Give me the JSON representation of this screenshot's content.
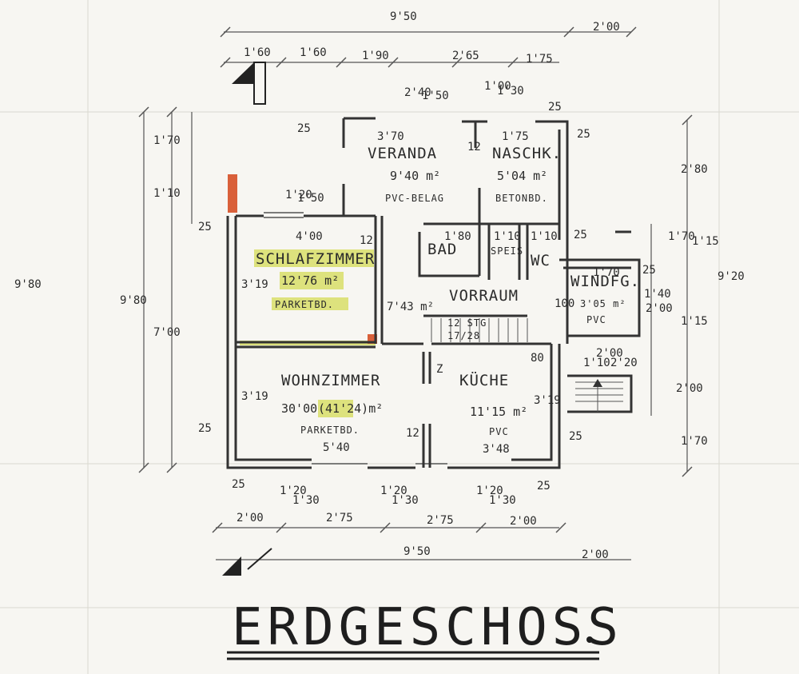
{
  "title": "ERDGESCHOSS",
  "rooms": {
    "veranda": {
      "name": "VERANDA",
      "size": "3'70",
      "area": "9'40 m²",
      "floor": "PVC-BELAG"
    },
    "naschk": {
      "name": "NASCHK.",
      "size": "1'75",
      "area": "5'04 m²",
      "floor": "BETONBD."
    },
    "schlafzimmer": {
      "name": "SCHLAFZIMMER",
      "area": "12'76 m²",
      "floor": "PARKETBD.",
      "width": "4'00",
      "depth": "3'19"
    },
    "bad": {
      "name": "BAD",
      "size": "1'80"
    },
    "speis": {
      "name": "SPEIS",
      "size": "1'10"
    },
    "wc": {
      "name": "WC",
      "size": "1'10"
    },
    "windfang": {
      "name": "WINDFG.",
      "size": "1'70",
      "area": "3'05 m²",
      "floor": "PVC"
    },
    "vorraum": {
      "name": "VORRAUM",
      "area": "7'43 m²"
    },
    "stair": {
      "label": "12 STG",
      "steps": "17/28"
    },
    "wohnzimmer": {
      "name": "WOHNZIMMER",
      "area": "30'00",
      "area_marked": "(41'24)m²",
      "floor": "PARKETBD.",
      "width": "5'40",
      "depth": "3'19"
    },
    "kueche": {
      "name": "KÜCHE",
      "area": "11'15 m²",
      "floor": "PVC",
      "width": "3'48",
      "depth": "3'19"
    }
  },
  "dims": {
    "top_total": "9'50",
    "top_right": "2'00",
    "top_segments": [
      "1'60",
      "1'60",
      "1'90",
      "2'65",
      "1'75"
    ],
    "bottom_total": "9'50",
    "bottom_right": "2'00",
    "bottom_segments": [
      "2'00",
      "2'75",
      "2'75",
      "2'00"
    ],
    "bottom_windows": [
      "1'20",
      "1'30",
      "1'20",
      "1'30",
      "1'20",
      "1'30"
    ],
    "left_overall": "9'80",
    "left_inner": "9'80",
    "left_seven": "7'00",
    "left_upper_a": "1'70",
    "left_upper_b": "1'10",
    "right_overall": "9'20",
    "right_a": "2'80",
    "right_b": "1'70",
    "right_c": "2'00",
    "right_d": "1'70",
    "right_e": "1'15",
    "right_f": "1'15",
    "right_g": "2'00",
    "wall_25": "25",
    "wall_12": "12",
    "window_a": "2'40",
    "window_b": "1'50",
    "window_c": "1'20",
    "window_d": "1'50",
    "window_e": "1'00",
    "window_f": "1'30",
    "small_80": "80",
    "small_100": "100",
    "small_140": "1'40",
    "windfang_a": "2'00",
    "windfang_b": "1'10",
    "windfang_c": "2'20",
    "stair_z": "Z"
  },
  "colors": {
    "ink": "#2b2b2b",
    "highlight": "#c8d21e",
    "red": "#d9603a",
    "paper": "#f7f6f2"
  }
}
